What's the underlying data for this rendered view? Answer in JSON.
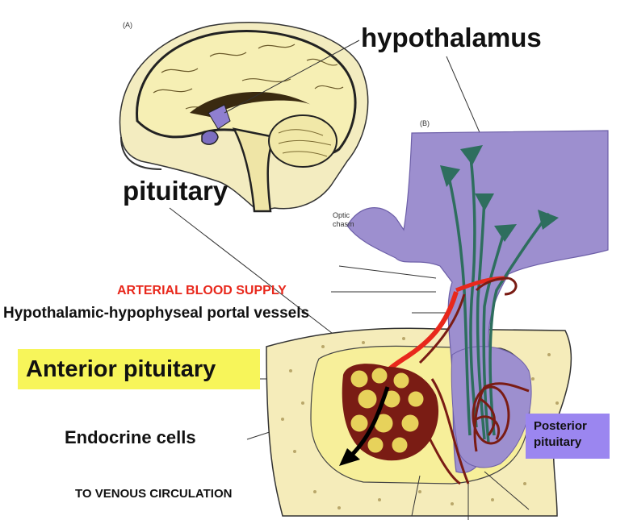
{
  "panels": {
    "a": "(A)",
    "b": "(B)"
  },
  "labels": {
    "hypothalamus": "hypothalamus",
    "pituitary": "pituitary",
    "optic_chasm_1": "Optic",
    "optic_chasm_2": "chasm",
    "arterial": "ARTERIAL BLOOD SUPPLY",
    "portal_vessels": "Hypothalamic-hypophyseal portal vessels",
    "anterior_pituitary": "Anterior pituitary",
    "endocrine_cells": "Endocrine cells",
    "venous": "TO VENOUS CIRCULATION",
    "posterior_1": "Posterior",
    "posterior_2": "pituitary"
  },
  "colors": {
    "arterial_label": "#e8281c",
    "anterior_highlight": "#f7f55a",
    "posterior_box": "#9b86f0",
    "hypothalamus_fill": "#9d8fcf",
    "brain_fill": "#f6efb4",
    "vessel": "#7a1c14",
    "nerve": "#2e6e5e"
  }
}
